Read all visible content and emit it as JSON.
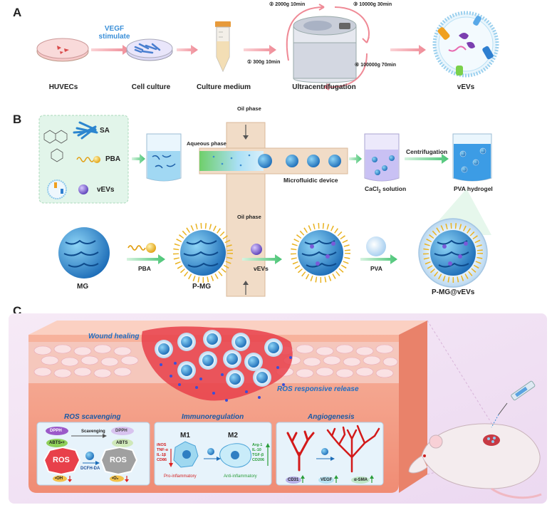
{
  "panels": {
    "a": "A",
    "b": "B",
    "c": "C"
  },
  "panel_a": {
    "vegf_label": "VEGF",
    "stimulate_label": "stimulate",
    "huvecs": "HUVECs",
    "cell_culture": "Cell culture",
    "culture_medium": "Culture medium",
    "ultracentrifugation": "Ultracentrifugation",
    "vevs": "vEVs",
    "step1": "① 300g 10min",
    "step2": "② 2000g 10min",
    "step3": "③ 10000g 30min",
    "step4": "④ 100000g 70min"
  },
  "panel_b": {
    "sa": "SA",
    "pba": "PBA",
    "vevs": "vEVs",
    "oil_phase_top": "Oil phase",
    "oil_phase_bottom": "Oil phase",
    "aqueous_phase": "Aqueous phase",
    "microfluidic_device": "Microfluidic device",
    "cacl2_prefix": "CaCl",
    "cacl2_sub": "2",
    "cacl2_suffix": " solution",
    "centrifugation": "Centrifugation",
    "pva_hydrogel": "PVA hydrogel",
    "mg": "MG",
    "pba_arrow": "PBA",
    "p_mg": "P-MG",
    "vevs_arrow": "vEVs",
    "pva_arrow": "PVA",
    "p_mg_vevs": "P-MG@vEVs"
  },
  "panel_c": {
    "wound_healing": "Wound healing",
    "ros_release": "ROS responsive release",
    "ros_scavenging": {
      "title": "ROS scavenging",
      "dpph_left": "DPPH",
      "dpph_right": "DPPH",
      "scavenging": "Scavenging",
      "abts_left": "ABTS•+",
      "abts_right": "ABTS",
      "ros_left": "ROS",
      "ros_right": "ROS",
      "dcfh": "DCFH-DA",
      "oh": "•OH",
      "o2": "•O₂"
    },
    "immunoregulation": {
      "title": "Immunoregulation",
      "m1": "M1",
      "m2": "M2",
      "m1_markers": [
        "iNOS",
        "TNF-α",
        "IL-1β",
        "CD86"
      ],
      "m2_markers": [
        "Arg-1",
        "IL-10",
        "TGF-β",
        "CD206"
      ],
      "pro": "Pro-inflammatory",
      "anti": "Anti-inflammatory"
    },
    "angiogenesis": {
      "title": "Angiogenesis",
      "cd31": "CD31",
      "vegf": "VEGF",
      "asma": "α-SMA"
    }
  },
  "colors": {
    "arrow_pink": "#f2a0a8",
    "arrow_green": "#7fd49a",
    "skin": "#f4a98f",
    "wound": "#e8404a",
    "blue_text": "#1f6fc4"
  }
}
